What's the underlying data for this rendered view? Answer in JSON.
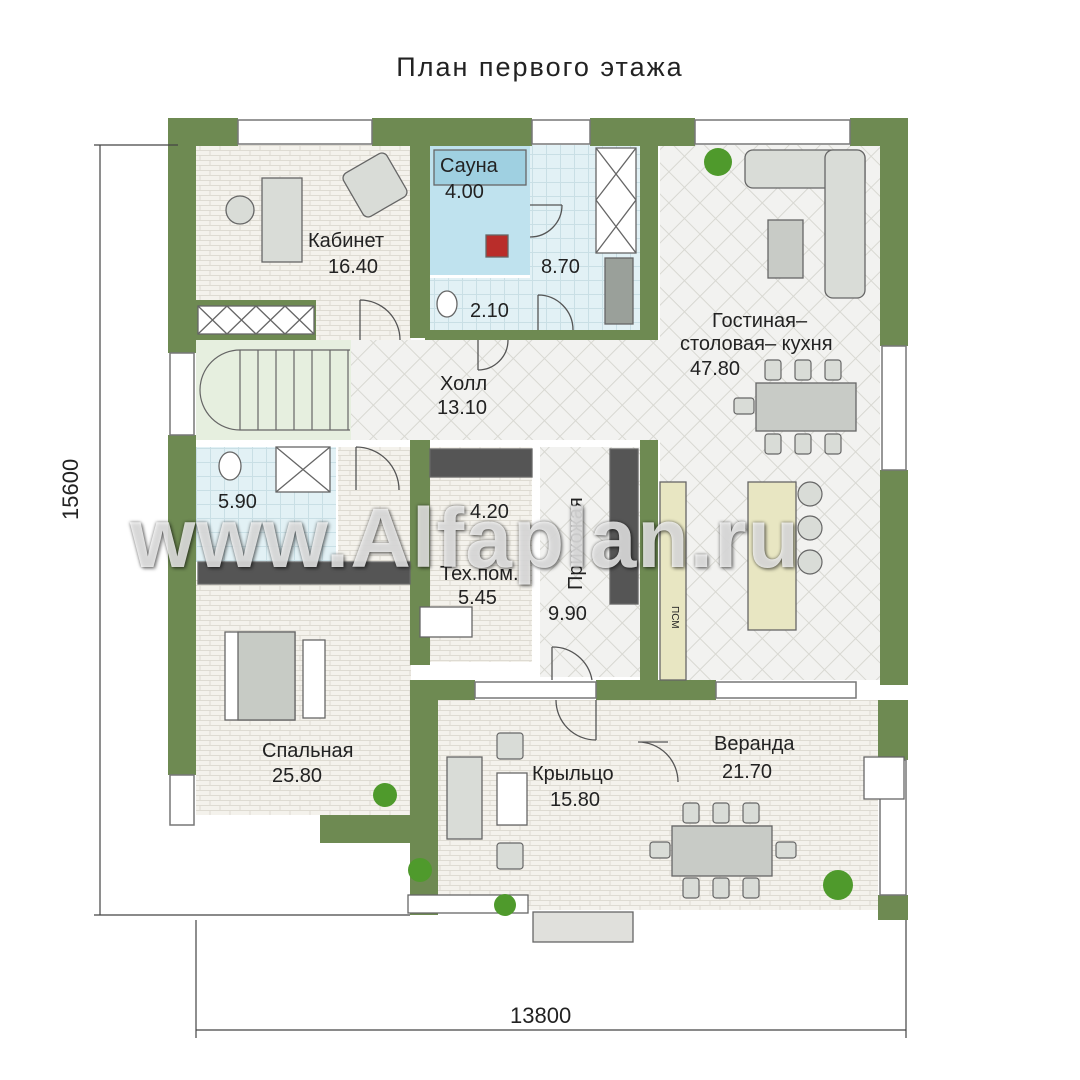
{
  "title": "План первого этажа",
  "watermark": "www.Alfaplan.ru",
  "dimensions": {
    "width": "13800",
    "height": "15600"
  },
  "rooms": {
    "office": {
      "name": "Кабинет",
      "area": "16.40"
    },
    "sauna": {
      "name": "Сауна",
      "area": "4.00"
    },
    "shower": {
      "area": "8.70"
    },
    "wc_top": {
      "area": "2.10"
    },
    "living": {
      "name": "Гостиная–",
      "name2": "столовая– кухня",
      "area": "47.80"
    },
    "hall": {
      "name": "Холл",
      "area": "13.10"
    },
    "bath": {
      "area": "5.90"
    },
    "closet": {
      "area": "4.20"
    },
    "tech": {
      "name": "Тех.пом.",
      "area": "5.45"
    },
    "entry": {
      "name": "Прихожая",
      "area": "9.90"
    },
    "bedroom": {
      "name": "Спальная",
      "area": "25.80"
    },
    "porch": {
      "name": "Крыльцо",
      "area": "15.80"
    },
    "veranda": {
      "name": "Веранда",
      "area": "21.70"
    }
  },
  "appliance_label": "ПСМ",
  "colors": {
    "wall": "#6e8a52",
    "floor_tile": "#f3f1ea",
    "sauna": "#bfe2ee",
    "wet": "#dff0f4",
    "furniture": "#d9dcd7"
  }
}
